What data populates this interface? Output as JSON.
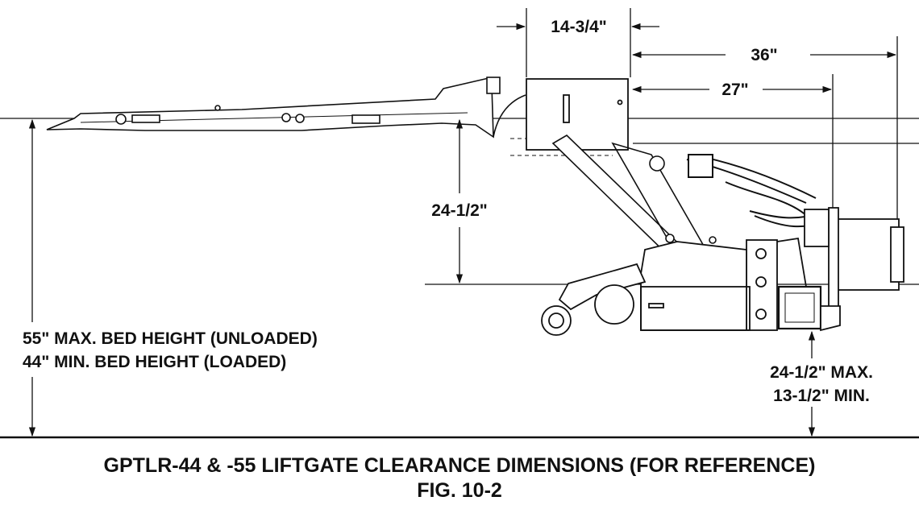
{
  "colors": {
    "ink": "#111111",
    "paper": "#ffffff"
  },
  "dimensions": {
    "top_width": "14-3/4\"",
    "overall_reach": "36\"",
    "platform_reach": "27\"",
    "drop": "24-1/2\"",
    "bed_height_max": "55\" MAX. BED HEIGHT (UNLOADED)",
    "bed_height_min": "44\" MIN. BED HEIGHT  (LOADED)",
    "ground_clearance_max": "24-1/2\" MAX.",
    "ground_clearance_min": "13-1/2\" MIN."
  },
  "caption": {
    "title": "GPTLR-44 & -55 LIFTGATE CLEARANCE DIMENSIONS (FOR REFERENCE)",
    "figure": "FIG. 10-2"
  }
}
